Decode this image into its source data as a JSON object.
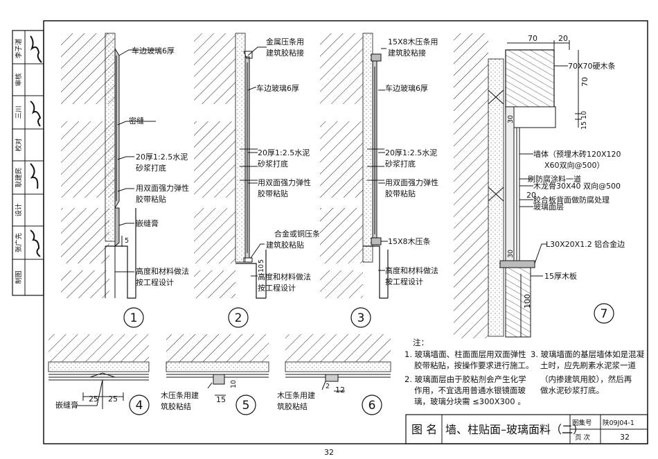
{
  "sidebar": {
    "labels": [
      "李子湛",
      "审核",
      "三川",
      "校对",
      "耿建民",
      "设计",
      "张广先",
      "制图"
    ],
    "signatures": [
      "李子湛",
      "三川",
      "耿建民",
      "张广先"
    ]
  },
  "details": {
    "d1": {
      "number": "1",
      "labels": [
        "车边玻璃6厚",
        "密缝",
        "20厚1:2.5水泥",
        "砂浆打底",
        "用双面强力弹性",
        "胶带粘贴",
        "嵌缝膏",
        "5",
        "高度和材料做法",
        "按工程设计"
      ]
    },
    "d2": {
      "number": "2",
      "labels": [
        "金属压条用",
        "建筑胶粘接",
        "车边玻璃6厚",
        "20厚1:2.5水泥",
        "砂浆打底",
        "用双面强力弹性",
        "胶带粘贴",
        "合金或铜压条",
        "建筑胶粘贴",
        "5",
        "10",
        "高度和材料做法",
        "按工程设计"
      ]
    },
    "d3": {
      "number": "3",
      "labels": [
        "15X8木压条用",
        "建筑胶粘接",
        "车边玻璃6厚",
        "20厚1:2.5水泥",
        "砂浆打底",
        "用双面强力弹性",
        "胶带粘贴",
        "15X8木压条",
        "高度和材料做法",
        "按工程设计"
      ]
    },
    "d4": {
      "number": "4",
      "labels": [
        "嵌缝膏",
        "25",
        "25"
      ]
    },
    "d5": {
      "number": "5",
      "labels": [
        "木压条用建",
        "筑胶粘结",
        "15",
        "10"
      ]
    },
    "d6": {
      "number": "6",
      "labels": [
        "木压条用建",
        "筑胶粘结",
        "12",
        "2"
      ]
    },
    "d7": {
      "number": "7",
      "labels": [
        "70",
        "20",
        "70X70硬木条",
        "70",
        "10",
        "15",
        "30",
        "墙体（预埋木砖120X120",
        "X60双向@500）",
        "刷防腐涂料一道",
        "木龙骨30X40 双向@500",
        "20",
        "胶合板背面做防腐处理",
        "玻璃面层",
        "L30X20X1.2 铝合金边",
        "30",
        "15厚木板",
        "100"
      ]
    }
  },
  "notes": {
    "title": "注：",
    "n1": [
      "1. 玻璃墙面、柱面面层用双面弹性",
      "胶带粘贴，按操作要求进行施工。"
    ],
    "n2": [
      "2. 玻璃面层由于胶粘剂会产生化学",
      "作用，不宜选用普通水银镜面玻",
      "璃，玻璃分块需 ≤300X300 。"
    ],
    "n3": [
      "3. 玻璃墙面的基层墙体如是混凝",
      "土时，应先刷素水泥浆一道",
      "（内掺建筑用胶），然后再",
      "做水泥砂浆打底。"
    ]
  },
  "title_block": {
    "name_label": "图 名",
    "name": "墙、柱贴面–玻璃面料（二）",
    "set_label": "图集号",
    "set_value": "陕09J04-1",
    "page_label": "页 次",
    "page_value": "32"
  },
  "page_number": "32"
}
